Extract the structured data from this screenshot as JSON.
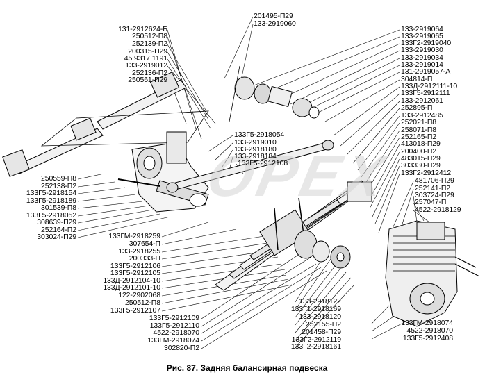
{
  "caption": "Рис. 87. Задняя балансирная подвеска",
  "watermark": "OPEX",
  "labels": [
    "131-2912624-Б",
    "250512-П8",
    "252139-П2",
    "200315-П29",
    "45 9317 1191",
    "133-2919012",
    "252136-П2",
    "250561-П29",
    "201495-П29",
    "133-2919060",
    "133-2919064",
    "133-2919065",
    "133Г2-2919040",
    "133-2919030",
    "133-2919034",
    "133-2919014",
    "131-2919057-А",
    "304814-П",
    "133Д-2912111-10",
    "133Г5-2912111",
    "133-2912061",
    "252895-П",
    "133-2912485",
    "252021-П8",
    "258071-П8",
    "252165-П2",
    "413018-П29",
    "200400-П2",
    "483015-П29",
    "303330-П29",
    "133Г2-2912412",
    "481706-П29",
    "252141-П2",
    "303724-П29",
    "257047-П",
    "4522-2918129",
    "133Г5-2918054",
    "133-2919010",
    "133-2918180",
    "133-2918184",
    "133Г5-2912108",
    "250559-П8",
    "252138-П2",
    "133Г5-2918154",
    "133Г5-2918189",
    "301539-П8",
    "133Г5-2918052",
    "308639-П29",
    "252164-П2",
    "303024-П29",
    "133ГМ-2918259",
    "307654-П",
    "133-2918255",
    "200333-П",
    "133Г5-2912106",
    "133Г5-2912105",
    "133Д-2912104-10",
    "133Д-2912101-10",
    "122-2902068",
    "250512-П8",
    "133Г5-2912107",
    "133Г5-2912109",
    "133Г5-2912110",
    "4522-2918070",
    "133ГМ-2918074",
    "302820-П2",
    "133-2918122",
    "133Г1-2918169",
    "133-2918120",
    "252155-П2",
    "201458-П29",
    "133Г2-2912119",
    "133Г2-2918161",
    "133ГМ-2918074",
    "4522-2918070",
    "133Г5-2912408"
  ]
}
